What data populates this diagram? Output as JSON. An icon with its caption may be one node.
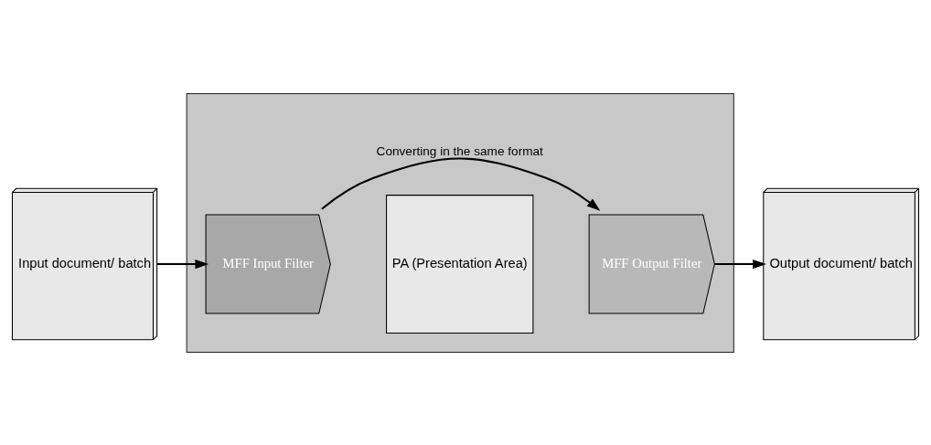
{
  "diagram": {
    "nodes": [
      {
        "text": [],
        "shape": "box"
      },
      {
        "text": [
          "Input document/ batch"
        ]
      },
      {
        "text": [
          "MFF Input Filter"
        ],
        "in": 0
      },
      {
        "text": [
          "PA (Presentation Area)"
        ],
        "in": 0
      },
      {
        "text": [
          "MFF Output Filter"
        ],
        "in": 0
      },
      {
        "text": [
          "Output document/ batch"
        ]
      }
    ],
    "edges": [
      {
        "from": 1,
        "to": 2,
        "arrow": "to"
      },
      {
        "from": 2,
        "to": 4,
        "arrow": "to",
        "label": "Converting in the same format"
      },
      {
        "from": 4,
        "to": 5,
        "arrow": "to"
      }
    ]
  }
}
